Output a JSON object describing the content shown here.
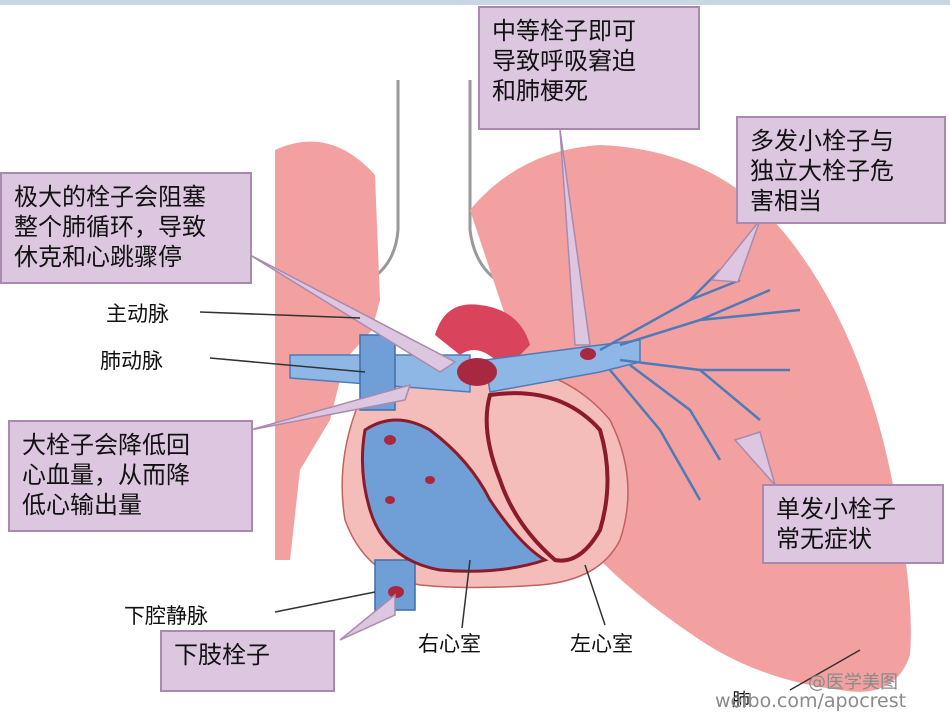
{
  "callouts": {
    "moderate": "中等栓子即可\n导致呼吸窘迫\n和肺梗死",
    "multiple": "多发小栓子与\n独立大栓子危\n害相当",
    "huge": "极大的栓子会阻塞\n整个肺循环，导致\n休克和心跳骤停",
    "large": "大栓子会降低回\n心血量，从而降\n低心输出量",
    "single": "单发小栓子\n常无症状",
    "lower_limb": "下肢栓子"
  },
  "labels": {
    "aorta": "主动脉",
    "pulmonary_artery": "肺动脉",
    "ivc": "下腔静脉",
    "right_ventricle": "右心室",
    "left_ventricle": "左心室",
    "lung": "肺"
  },
  "watermark": {
    "line1": "@医学美图",
    "line2": "weibo.com/apocrest"
  },
  "colors": {
    "lung": "#f2a1a0",
    "heart": "#f4bdb9",
    "vessel_blue": "#6f9fd6",
    "myocardium": "#8b1a2a",
    "callout_fill": "#dcc6e0"
  }
}
